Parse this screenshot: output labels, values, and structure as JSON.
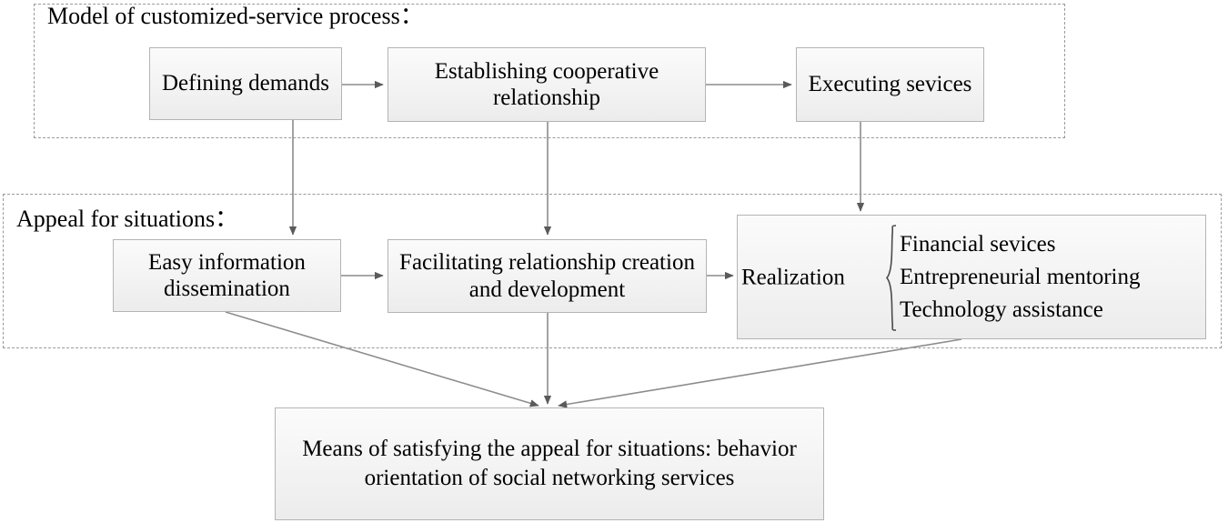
{
  "diagram": {
    "type": "flowchart",
    "title_groups": [
      {
        "id": "process",
        "label": "Model of customized-service process："
      },
      {
        "id": "appeal",
        "label": "Appeal for situations："
      }
    ],
    "nodes": {
      "defining_demands": "Defining demands",
      "establishing_cooperative": "Establishing cooperative relationship",
      "executing_services": "Executing sevices",
      "easy_information": "Easy information dissemination",
      "facilitating_relationship": "Facilitating relationship creation and development",
      "realization_label": "Realization",
      "realization_items": [
        "Financial sevices",
        "Entrepreneurial mentoring",
        "Technology assistance"
      ],
      "means_bottom": "Means of satisfying the appeal for situations: behavior orientation of  social networking services"
    },
    "edges": [
      {
        "from": "defining_demands",
        "to": "establishing_cooperative",
        "style": "arrow-right"
      },
      {
        "from": "establishing_cooperative",
        "to": "executing_services",
        "style": "arrow-right"
      },
      {
        "from": "defining_demands",
        "to": "easy_information",
        "style": "arrow-down"
      },
      {
        "from": "establishing_cooperative",
        "to": "facilitating_relationship",
        "style": "arrow-down"
      },
      {
        "from": "executing_services",
        "to": "realization",
        "style": "arrow-down"
      },
      {
        "from": "easy_information",
        "to": "facilitating_relationship",
        "style": "arrow-right"
      },
      {
        "from": "facilitating_relationship",
        "to": "realization",
        "style": "arrow-right"
      },
      {
        "from": "easy_information",
        "to": "means_bottom",
        "style": "arrow-diagonal"
      },
      {
        "from": "facilitating_relationship",
        "to": "means_bottom",
        "style": "arrow-down"
      },
      {
        "from": "realization",
        "to": "means_bottom",
        "style": "arrow-diagonal"
      }
    ],
    "colors": {
      "node_border": "#b4b4b4",
      "node_fill_top": "#fbfbfb",
      "node_fill_bottom": "#ececed",
      "frame_dash": "#9a9a9a",
      "connector": "#8c8c8c",
      "arrowhead": "#5a5a5a",
      "text": "#000000",
      "background": "#ffffff"
    }
  }
}
